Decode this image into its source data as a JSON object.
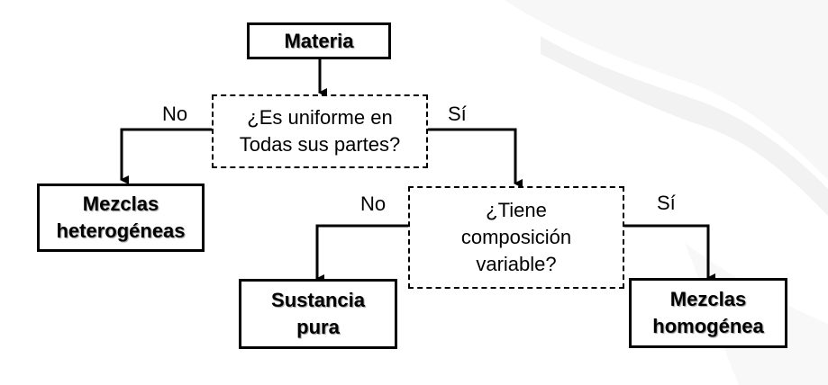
{
  "diagram": {
    "nodes": {
      "materia": {
        "line1": "Materia"
      },
      "q_uniforme": {
        "line1": "¿Es uniforme en",
        "line2": "Todas sus partes?"
      },
      "mezclas_heterogeneas": {
        "line1": "Mezclas",
        "line2": "heterogéneas"
      },
      "q_composicion": {
        "line1": "¿Tiene",
        "line2": "composición",
        "line3": "variable?"
      },
      "sustancia_pura": {
        "line1": "Sustancia",
        "line2": "pura"
      },
      "mezclas_homogenea": {
        "line1": "Mezclas",
        "line2": "homogénea"
      }
    },
    "edges": {
      "uniforme_no": "No",
      "uniforme_si": "Sí",
      "composicion_no": "No",
      "composicion_si": "Sí"
    }
  }
}
